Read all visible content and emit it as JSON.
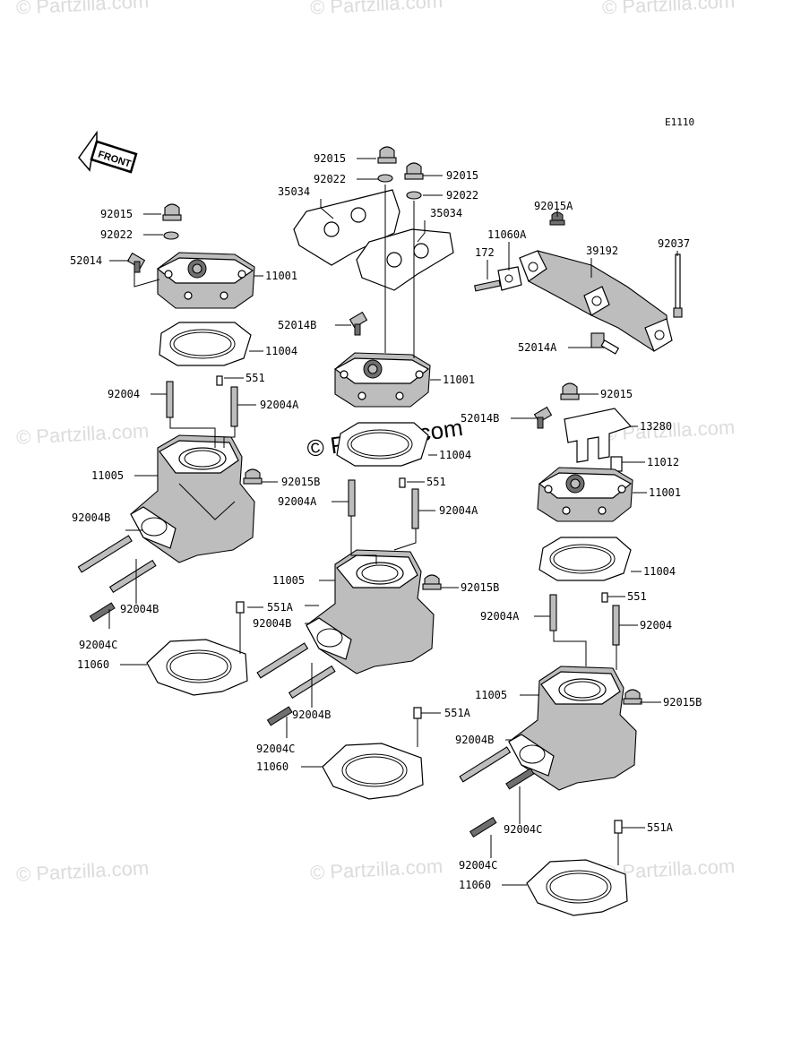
{
  "diagram_code": "E1110",
  "front_label": "FRONT",
  "watermark": "© Partzilla.com",
  "center_watermark": "© Partzilla.com",
  "parts": {
    "p92015": "92015",
    "p92022": "92022",
    "p35034": "35034",
    "p52014": "52014",
    "p52014A": "52014A",
    "p52014B": "52014B",
    "p11001": "11001",
    "p11004": "11004",
    "p92004": "92004",
    "p92004A": "92004A",
    "p92004B": "92004B",
    "p92004C": "92004C",
    "p551": "551",
    "p551A": "551A",
    "p11005": "11005",
    "p92015A": "92015A",
    "p92015B": "92015B",
    "p11060": "11060",
    "p11060A": "11060A",
    "p172": "172",
    "p39192": "39192",
    "p92037": "92037",
    "p13280": "13280",
    "p11012": "11012"
  }
}
